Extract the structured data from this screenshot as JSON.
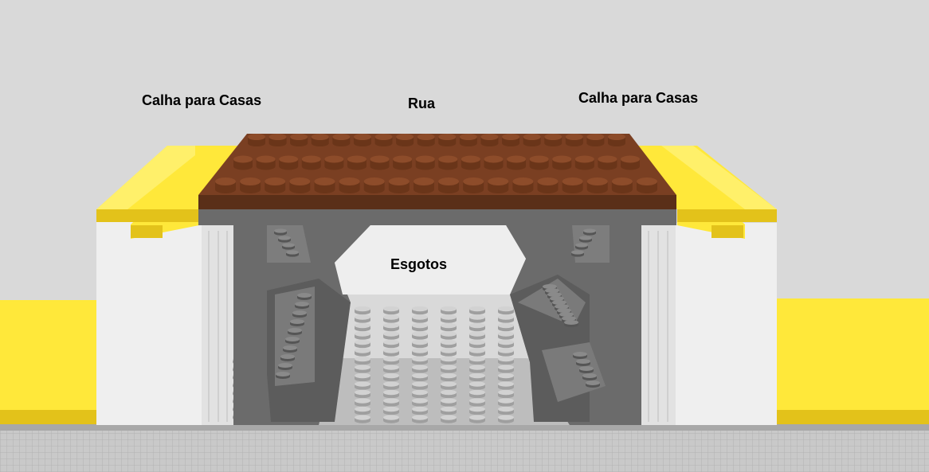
{
  "labels": {
    "gutter_left": "Calha para Casas",
    "street": "Rua",
    "gutter_right": "Calha para Casas",
    "sewer": "Esgotos"
  },
  "colors": {
    "background": "#d9d9d9",
    "street_brown": "#7a3f22",
    "street_edge": "#5a2f18",
    "structure_gray": "#6b6b6b",
    "yellow": "#ffe83a",
    "white_wall": "#efefef",
    "floor": "#bdbdbd"
  },
  "street_studs": {
    "columns": 18,
    "rows": 3
  },
  "floor_studs": {
    "columns": 6,
    "rows": 14
  }
}
